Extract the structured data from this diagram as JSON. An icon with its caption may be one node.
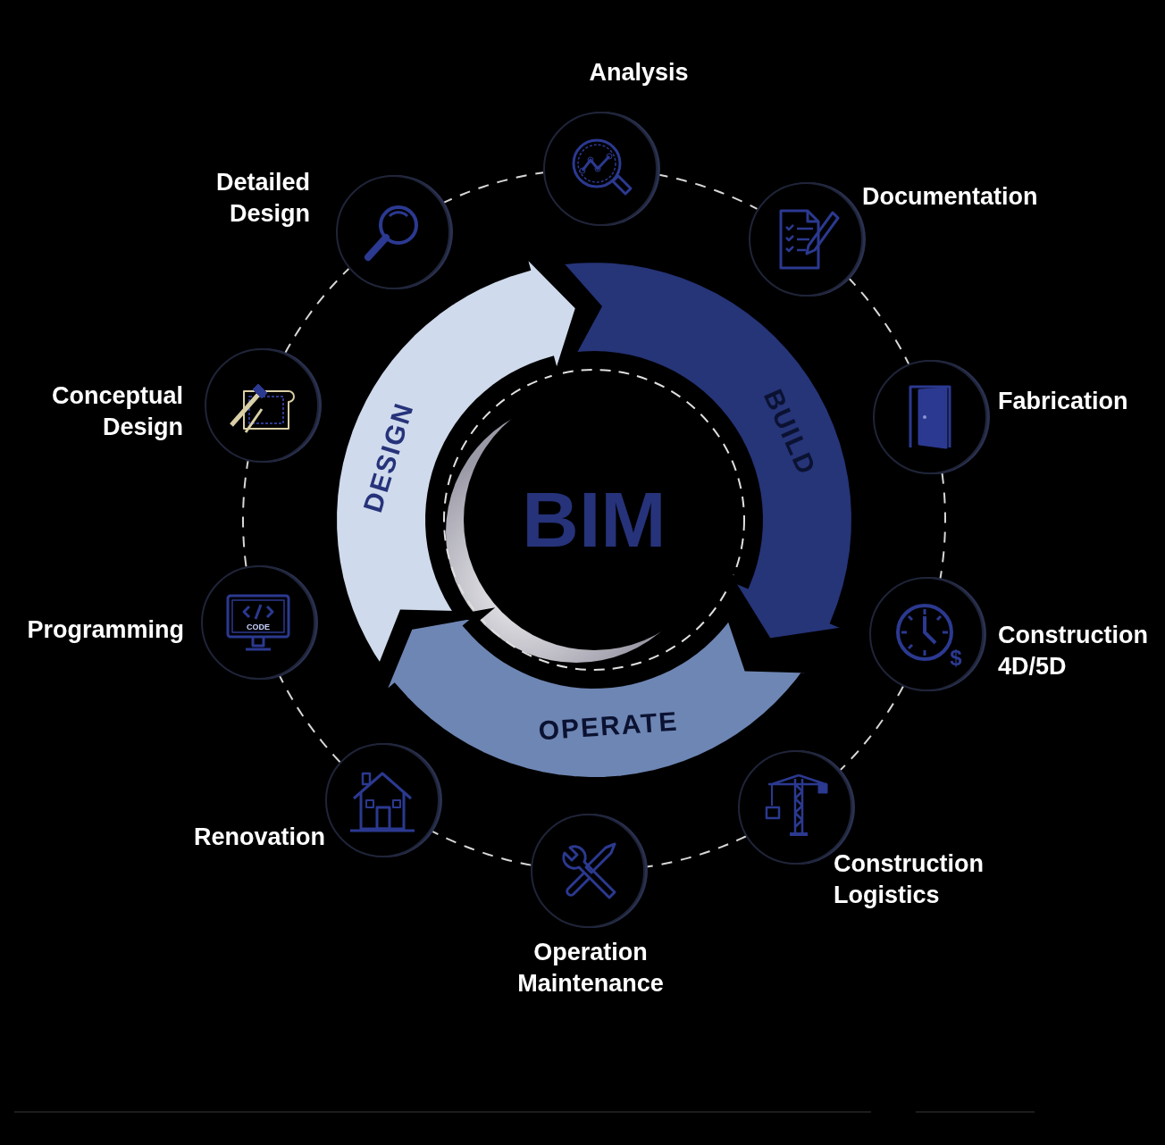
{
  "diagram": {
    "nodes": [
      {
        "text": [],
        "shape": "circle",
        "beside": [
          "Analysis"
        ]
      },
      {
        "text": [],
        "shape": "circle",
        "beside": [
          "Documentation"
        ]
      },
      {
        "text": [],
        "shape": "circle",
        "beside": [
          "Fabrication"
        ]
      },
      {
        "text": [],
        "shape": "circle",
        "beside": [
          "Construction 4D/5D"
        ]
      },
      {
        "text": [],
        "shape": "circle",
        "beside": [
          "Construction Logistics"
        ]
      },
      {
        "text": [],
        "shape": "circle",
        "beside": [
          "Operation Maintenance"
        ]
      },
      {
        "text": [],
        "shape": "circle",
        "beside": [
          "Renovation"
        ]
      },
      {
        "text": [],
        "shape": "circle",
        "beside": [
          "Programming"
        ]
      },
      {
        "text": [],
        "shape": "circle",
        "beside": [
          "Conceptual Design"
        ]
      },
      {
        "text": [],
        "shape": "circle",
        "beside": [
          "Detailed Design"
        ]
      },
      {
        "text": [
          "BIM"
        ]
      },
      {
        "text": [
          "DESIGN"
        ]
      },
      {
        "text": [
          "BUILD"
        ]
      },
      {
        "text": [
          "OPERATE"
        ]
      }
    ],
    "edges": [
      {
        "from": 0,
        "to": 1,
        "arrow": "none",
        "style": "dashed"
      },
      {
        "from": 1,
        "to": 2,
        "arrow": "none",
        "style": "dashed"
      },
      {
        "from": 2,
        "to": 3,
        "arrow": "none",
        "style": "dashed"
      },
      {
        "from": 3,
        "to": 4,
        "arrow": "none",
        "style": "dashed"
      },
      {
        "from": 4,
        "to": 5,
        "arrow": "none",
        "style": "dashed"
      },
      {
        "from": 5,
        "to": 6,
        "arrow": "none",
        "style": "dashed"
      },
      {
        "from": 6,
        "to": 7,
        "arrow": "none",
        "style": "dashed"
      },
      {
        "from": 7,
        "to": 8,
        "arrow": "none",
        "style": "dashed"
      },
      {
        "from": 8,
        "to": 9,
        "arrow": "none",
        "style": "dashed"
      },
      {
        "from": 9,
        "to": 0,
        "arrow": "none",
        "style": "dashed"
      }
    ],
    "labels": [
      "CODE",
      "$"
    ]
  }
}
